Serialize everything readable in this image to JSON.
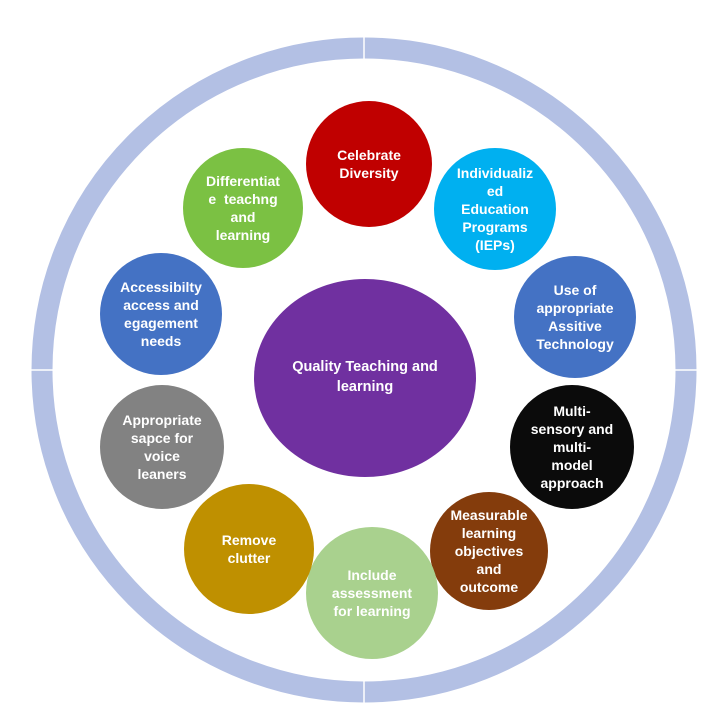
{
  "diagram": {
    "type": "cycle-diagram",
    "ring": {
      "color": "#B3C0E4"
    },
    "center": {
      "label": "Quality Teaching and\nlearning",
      "color": "#7030A0",
      "text_color": "#FFFFFF"
    },
    "nodes": [
      {
        "id": "celebrate-diversity",
        "label": "Celebrate\nDiversity",
        "color": "#C00000"
      },
      {
        "id": "individualized-education-programs",
        "label": "Individualiz\ned\nEducation\nPrograms\n(IEPs)",
        "color": "#00B0F0"
      },
      {
        "id": "assistive-technology",
        "label": "Use of\nappropriate\nAssitive\nTechnology",
        "color": "#4472C4"
      },
      {
        "id": "multi-sensory-multi-model",
        "label": "Multi-\nsensory and\nmulti-\nmodel\napproach",
        "color": "#0B0B0B"
      },
      {
        "id": "measurable-learning-objectives",
        "label": "Measurable\nlearning\nobjectives\nand\noutcome",
        "color": "#843C0C"
      },
      {
        "id": "include-assessment",
        "label": "Include\nassessment\nfor learning",
        "color": "#A9D18E"
      },
      {
        "id": "remove-clutter",
        "label": "Remove\nclutter",
        "color": "#BF9000"
      },
      {
        "id": "appropriate-space",
        "label": "Appropriate\nsapce for\nvoice\nleaners",
        "color": "#828282"
      },
      {
        "id": "accessibility-engagement-needs",
        "label": "Accessibilty\naccess and\negagement\nneeds",
        "color": "#4472C4"
      },
      {
        "id": "differentiate-teaching-learning",
        "label": "Differentiat\ne  teachng\nand\nlearning",
        "color": "#7BC143"
      }
    ]
  }
}
